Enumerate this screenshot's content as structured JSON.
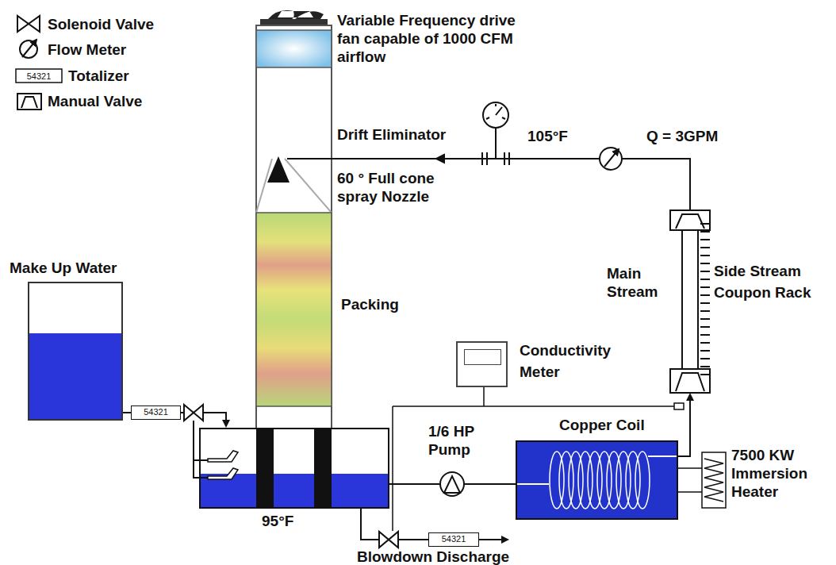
{
  "diagram": {
    "nodes": [
      {
        "text": [
          "Make Up Water"
        ]
      },
      {
        "text": [
          "54321"
        ]
      },
      {
        "text": [
          "54321"
        ]
      },
      {
        "text": [
          "Copper Coil"
        ]
      },
      {
        "text": [
          "Conductivity Meter"
        ]
      }
    ],
    "edges": [
      {
        "from": 0,
        "to": 1,
        "arrow": "none"
      }
    ],
    "labels": [
      "Variable Frequency drive fan capable of 1000 CFM airflow",
      "Drift Eliminator",
      "60 ° Full cone spray Nozzle",
      "Packing",
      "105°F",
      "Q = 3GPM",
      "Main Stream",
      "Side Stream",
      "Coupon Rack",
      "1/6 HP Pump",
      "7500 KW Immersion Heater",
      "95°F",
      "Blowdown Discharge",
      "54321"
    ],
    "legend": [
      {
        "text": "Solenoid Valve"
      },
      {
        "text": "Flow Meter"
      },
      {
        "text": "Totalizer"
      },
      {
        "text": "Manual Valve"
      }
    ]
  }
}
